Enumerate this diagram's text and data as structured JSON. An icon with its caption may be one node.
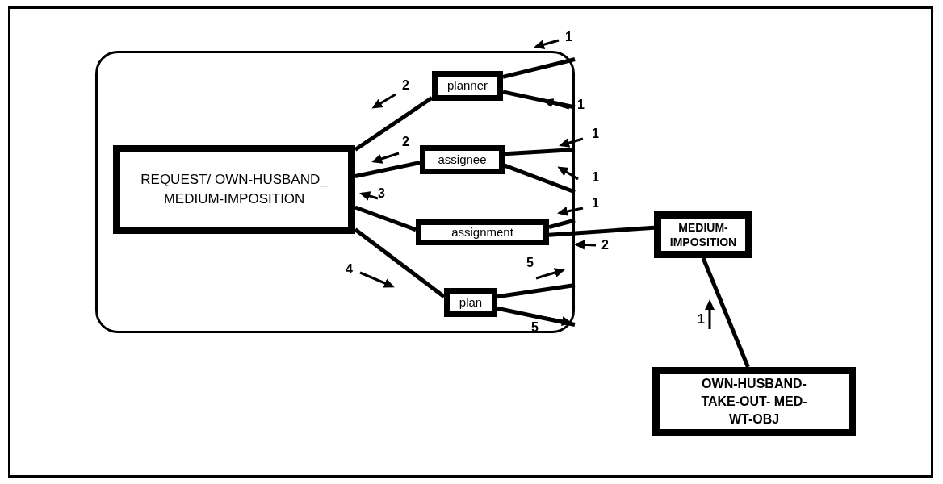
{
  "diagram": {
    "nodes": [
      {
        "text": [],
        "shape": "box"
      },
      {
        "text": [
          "REQUEST/ OWN-HUSBAND_ MEDIUM-IMPOSITION"
        ],
        "in": 0
      },
      {
        "text": [
          "planner"
        ],
        "in": 0
      },
      {
        "text": [
          "assignee"
        ],
        "in": 0
      },
      {
        "text": [
          "assignment"
        ],
        "in": 0
      },
      {
        "text": [
          "plan"
        ],
        "in": 0
      },
      {
        "text": [
          "MEDIUM- IMPOSITION"
        ]
      },
      {
        "text": [
          "OWN-HUSBAND- TAKE-OUT- MED-WT-OBJ"
        ]
      }
    ],
    "edges": [
      {
        "from": 1,
        "to": 2,
        "arrow": "none"
      },
      {
        "from": 1,
        "to": 3,
        "arrow": "none"
      },
      {
        "from": 1,
        "to": 4,
        "arrow": "none"
      },
      {
        "from": 1,
        "to": 5,
        "arrow": "none"
      },
      {
        "from": 2,
        "to": 0,
        "arrow": "none"
      },
      {
        "from": 2,
        "to": 0,
        "arrow": "none"
      },
      {
        "from": 3,
        "to": 0,
        "arrow": "none"
      },
      {
        "from": 3,
        "to": 0,
        "arrow": "none"
      },
      {
        "from": 4,
        "to": 0,
        "arrow": "none"
      },
      {
        "from": 4,
        "to": 6,
        "arrow": "none"
      },
      {
        "from": 5,
        "to": 0,
        "arrow": "none"
      },
      {
        "from": 5,
        "to": 0,
        "arrow": "none"
      },
      {
        "from": 6,
        "to": 7,
        "arrow": "none"
      }
    ],
    "labels": [
      "1",
      "2",
      "1",
      "2",
      "1",
      "1",
      "3",
      "1",
      "2",
      "4",
      "5",
      "5",
      "1"
    ]
  }
}
